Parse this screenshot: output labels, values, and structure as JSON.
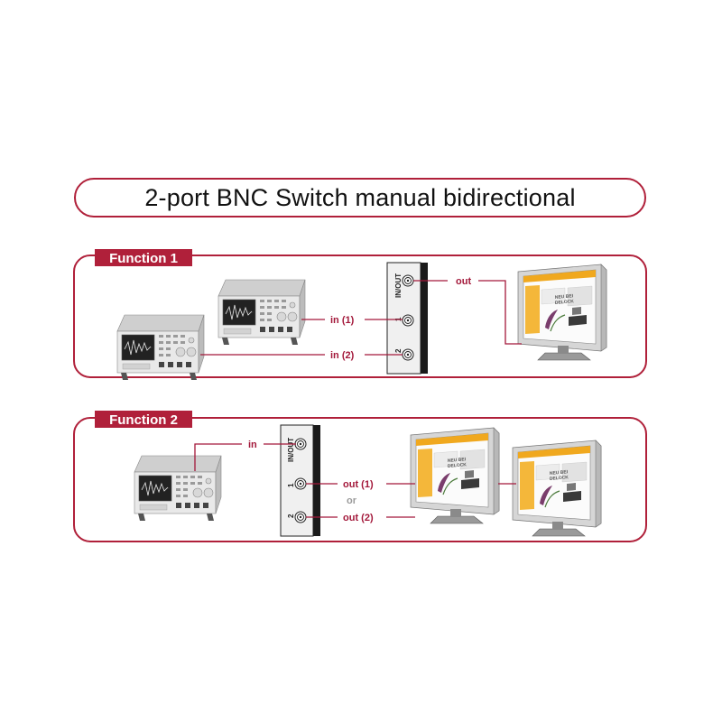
{
  "title": "2-port BNC Switch manual bidirectional",
  "function1": {
    "tab": "Function 1",
    "port_inout": "IN/OUT",
    "port_1": "1",
    "port_2": "2",
    "label_out": "out",
    "label_in1": "in (1)",
    "label_in2": "in (2)",
    "screen_text_line1": "NEU BEI",
    "screen_text_line2": "DELOCK"
  },
  "function2": {
    "tab": "Function 2",
    "port_inout": "IN/OUT",
    "port_1": "1",
    "port_2": "2",
    "label_in": "in",
    "label_out1": "out (1)",
    "label_or": "or",
    "label_out2": "out (2)",
    "screen_text_line1": "NEU BEI",
    "screen_text_line2": "DELOCK"
  },
  "colors": {
    "accent": "#b0203a",
    "line": "#a3183a",
    "switch_face": "#f0f0f0",
    "switch_side": "#1a1a1a"
  }
}
